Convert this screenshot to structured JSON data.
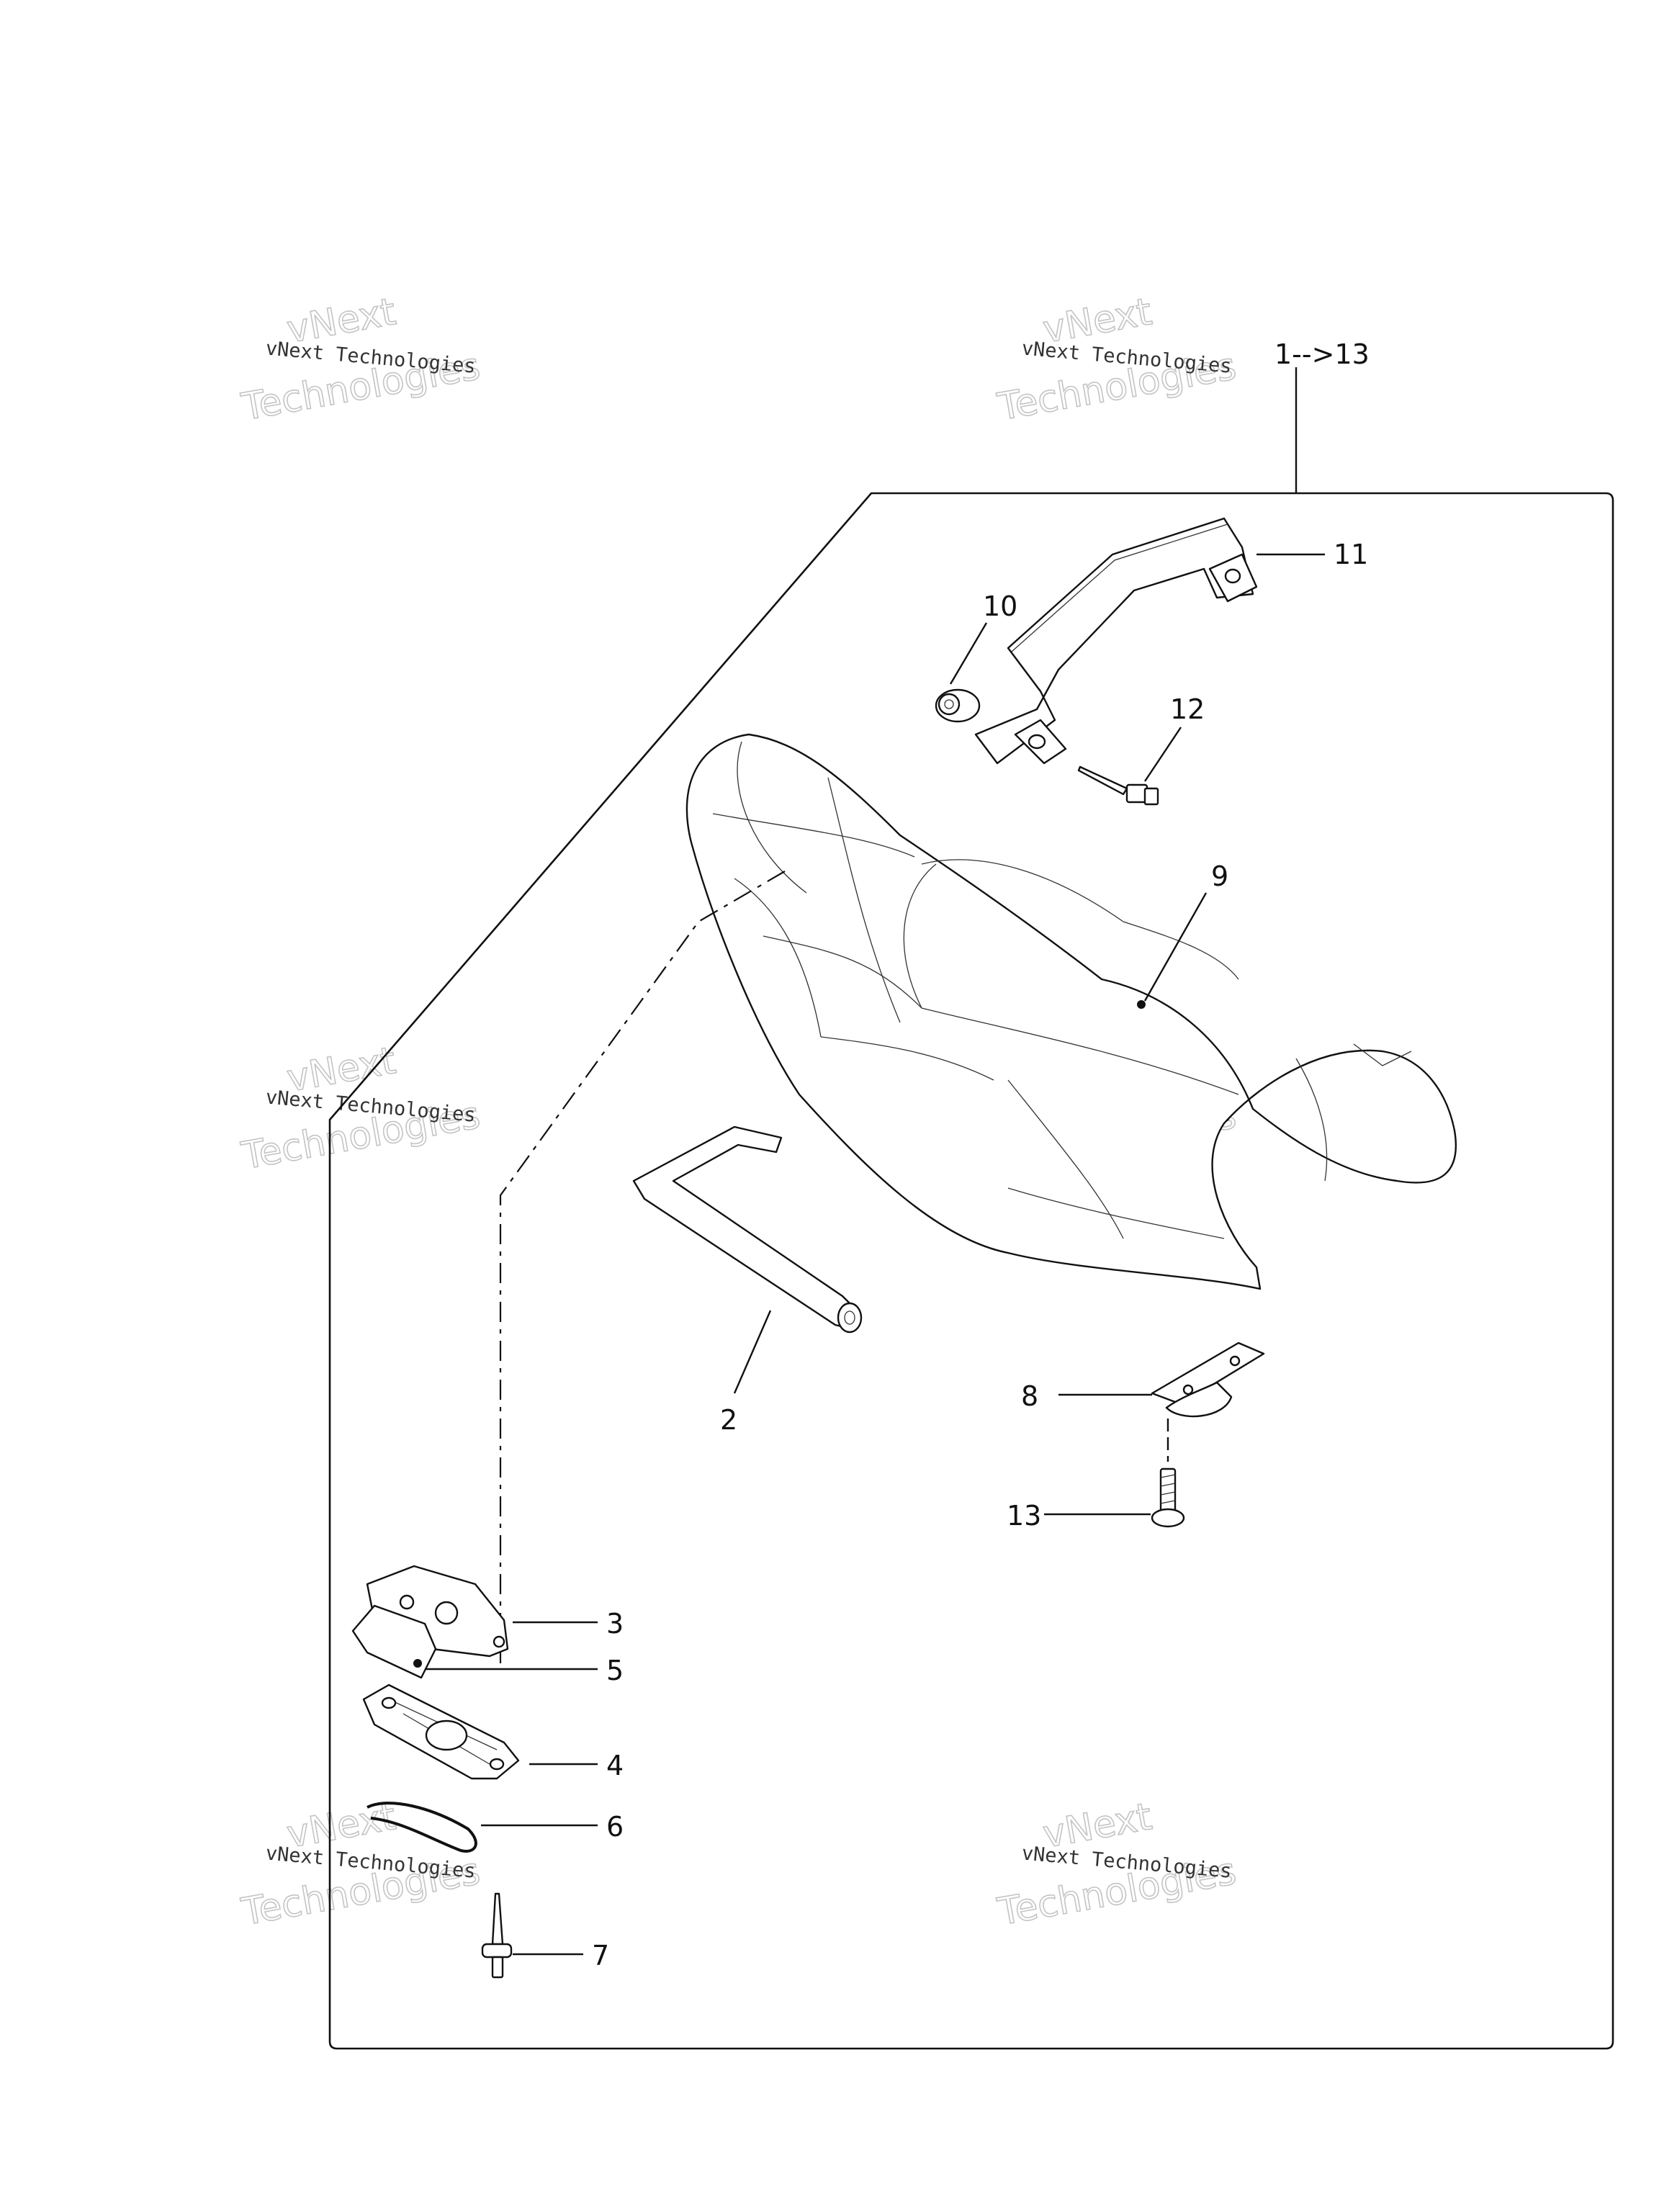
{
  "title": "1-->13",
  "watermark": {
    "line": "vNext Technologies",
    "big_top": "vNext",
    "big_bottom": "Technologies"
  },
  "callouts": [
    {
      "id": "2",
      "label": "2"
    },
    {
      "id": "3",
      "label": "3"
    },
    {
      "id": "4",
      "label": "4"
    },
    {
      "id": "5",
      "label": "5"
    },
    {
      "id": "6",
      "label": "6"
    },
    {
      "id": "7",
      "label": "7"
    },
    {
      "id": "8",
      "label": "8"
    },
    {
      "id": "9",
      "label": "9"
    },
    {
      "id": "10",
      "label": "10"
    },
    {
      "id": "11",
      "label": "11"
    },
    {
      "id": "12",
      "label": "12"
    },
    {
      "id": "13",
      "label": "13"
    }
  ],
  "colors": {
    "line": "#111111",
    "watermark": "#c4c4c4",
    "background": "#ffffff"
  }
}
